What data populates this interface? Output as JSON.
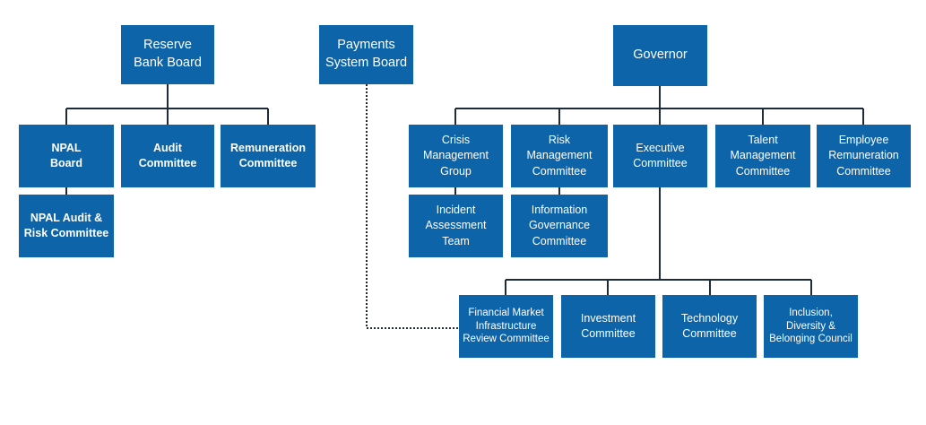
{
  "colors": {
    "box_fill": "#0d64a8",
    "box_text": "#ffffff",
    "connector": "#1d2b3a"
  },
  "boxes": {
    "reserve_bank_board": "Reserve\nBank Board",
    "payments_system_board": "Payments\nSystem Board",
    "governor": "Governor",
    "npal_board": "NPAL\nBoard",
    "audit_committee": "Audit\nCommittee",
    "remuneration_committee": "Remuneration\nCommittee",
    "npal_audit_risk": "NPAL Audit &\nRisk Committee",
    "crisis_management_group": "Crisis\nManagement\nGroup",
    "risk_management_committee": "Risk Management\nCommittee",
    "executive_committee": "Executive\nCommittee",
    "talent_management_committee": "Talent\nManagement\nCommittee",
    "employee_remuneration_committee": "Employee\nRemuneration\nCommittee",
    "incident_assessment_team": "Incident\nAssessment\nTeam",
    "information_governance_committee": "Information\nGovernance\nCommittee",
    "fmi_review_committee": "Financial Market\nInfrastructure\nReview Committee",
    "investment_committee": "Investment\nCommittee",
    "technology_committee": "Technology\nCommittee",
    "inclusion_council": "Inclusion,\nDiversity &\nBelonging Council"
  }
}
